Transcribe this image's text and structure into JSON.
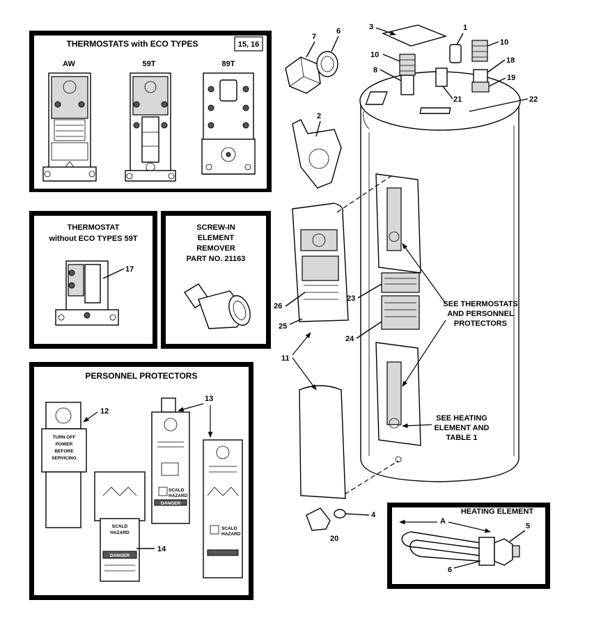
{
  "panels": {
    "thermostats_eco": {
      "title": "THERMOSTATS with ECO TYPES",
      "ref": "15, 16",
      "types": [
        "AW",
        "59T",
        "89T"
      ]
    },
    "thermostat_no_eco": {
      "title_line1": "THERMOSTAT",
      "title_line2": "without ECO TYPES 59T",
      "callout": "17"
    },
    "element_remover": {
      "line1": "SCREW-IN",
      "line2": "ELEMENT",
      "line3": "REMOVER",
      "line4": "PART NO. 21163"
    },
    "personnel_protectors": {
      "title": "PERSONNEL PROTECTORS",
      "callouts": [
        "12",
        "13",
        "14"
      ],
      "card_text": [
        "TURN OFF",
        "POWER",
        "BEFORE",
        "SERVICING"
      ],
      "scald": [
        "SCALD",
        "HAZARD"
      ],
      "danger": "DANGER"
    },
    "heating_element": {
      "title": "HEATING ELEMENT",
      "dim": "A",
      "callouts": [
        "5",
        "6"
      ]
    }
  },
  "notes": {
    "thermostats": [
      "SEE THERMOSTATS",
      "AND PERSONNEL",
      "PROTECTORS"
    ],
    "heating": [
      "SEE HEATING",
      "ELEMENT AND",
      "TABLE 1"
    ]
  },
  "callouts": [
    "1",
    "2",
    "3",
    "4",
    "6",
    "7",
    "8",
    "10",
    "10",
    "11",
    "18",
    "19",
    "20",
    "21",
    "22",
    "23",
    "24",
    "25",
    "26"
  ]
}
